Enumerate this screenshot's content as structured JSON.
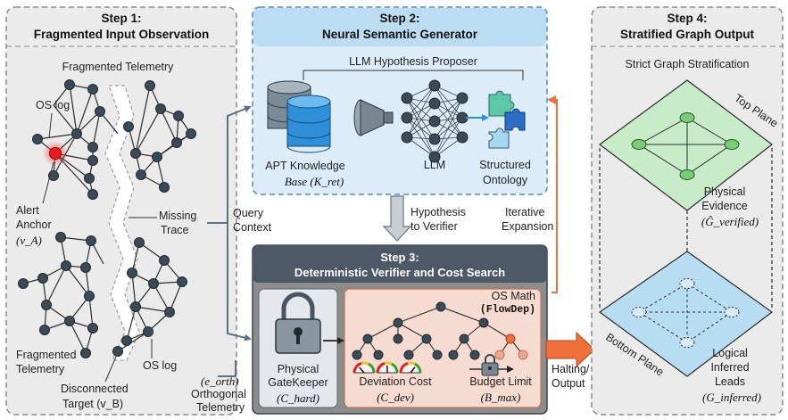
{
  "step1": {
    "title_line1": "Step 1:",
    "title_line2": "Fragmented Input Observation",
    "fragmented_telemetry_top": "Fragmented Telemetry",
    "os_log_top": "OS log",
    "alert_anchor_line1": "Alert",
    "alert_anchor_line2": "Anchor",
    "alert_anchor_symbol": "(v_A)",
    "missing_trace_line1": "Missing",
    "missing_trace_line2": "Trace",
    "fragmented_telemetry_bottom_line1": "Fragmented",
    "fragmented_telemetry_bottom_line2": "Telemetry",
    "os_log_bottom": "OS log",
    "disconnected_line1": "Disconnected",
    "disconnected_line2": "Target (v_B)"
  },
  "step2": {
    "title_line1": "Step 2:",
    "title_line2": "Neural Semantic Generator",
    "proposer_label": "LLM Hypothesis Proposer",
    "kb_line1": "APT Knowledge",
    "kb_line2": "Base (K_ret)",
    "llm_label": "LLM",
    "ontology_line1": "Structured",
    "ontology_line2": "Ontology"
  },
  "step3": {
    "title_line1": "Step 3:",
    "title_line2": "Deterministic Verifier and Cost Search",
    "os_math_line1": "OS Math",
    "os_math_line2": "(FlowDep)",
    "gatekeeper_line1": "Physical",
    "gatekeeper_line2": "GateKeeper",
    "gatekeeper_symbol": "(C_hard)",
    "deviation_label": "Deviation Cost",
    "deviation_symbol": "(C_dev)",
    "budget_label": "Budget Limit",
    "budget_symbol": "(B_max)"
  },
  "step4": {
    "title_line1": "Step 4:",
    "title_line2": "Stratified Graph Output",
    "subtitle": "Strict Graph Stratification",
    "top_plane": "Top Plane",
    "physical_line1": "Physical",
    "physical_line2": "Evidence",
    "physical_symbol": "(Ĝ_verified)",
    "bottom_plane": "Bottom Plane",
    "logical_line1": "Logical",
    "logical_line2": "Inferred",
    "logical_line3": "Leads",
    "logical_symbol": "(G_inferred)"
  },
  "connectors": {
    "query_line1": "Query",
    "query_line2": "Context",
    "hypothesis_line1": "Hypothesis",
    "hypothesis_line2": "to Verifier",
    "iterative_line1": "Iterative",
    "iterative_line2": "Expansion",
    "orth_symbol": "(e_orth)",
    "orth_line1": "Orthogonal",
    "orth_line2": "Telemetry",
    "halting_line1": "Halting/",
    "halting_line2": "Output"
  },
  "colors": {
    "panel_gray": "#ebebeb",
    "step2_bg": "#dcecf8",
    "step2_header": "#bcdcf2",
    "step3_header": "#4d5966",
    "step3_body": "#8c8c8c",
    "verifier_bg": "#f6dcd0",
    "node_dark": "#3b4a55",
    "alert_red": "#e81e1e",
    "top_plane_green": "#c8ecc8",
    "bottom_plane_blue": "#b8dcf2",
    "arrow_orange": "#f0703c",
    "connector_blue": "#5a7282"
  }
}
